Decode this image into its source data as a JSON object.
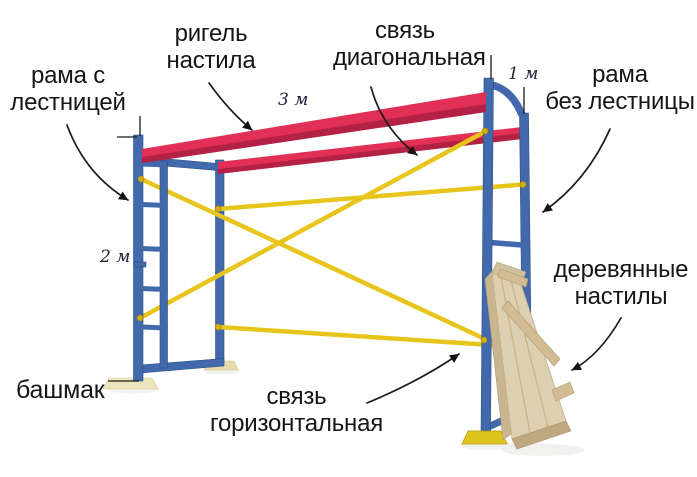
{
  "diagram": {
    "type": "annotated-diagram",
    "subject": "frame-scaffolding-assembly",
    "callouts": {
      "frame_with_ladder": {
        "lines": [
          "рама с",
          "лестницей"
        ]
      },
      "deck_ledger": {
        "lines": [
          "ригель",
          "настила"
        ]
      },
      "diagonal_brace": {
        "lines": [
          "связь",
          "диагональная"
        ]
      },
      "frame_without_ladder": {
        "lines": [
          "рама",
          "без лестницы"
        ]
      },
      "wooden_decks": {
        "lines": [
          "деревянные",
          "настилы"
        ]
      },
      "base_shoe": {
        "lines": [
          "башмак"
        ]
      },
      "horizontal_brace": {
        "lines": [
          "связь",
          "горизонтальная"
        ]
      }
    },
    "dimensions": {
      "bay_length": "3 м",
      "top_offset": "1 м",
      "frame_height": "2 м"
    },
    "colors": {
      "frame_blue": "#4169ac",
      "ledger_red": "#e12f55",
      "brace_yellow": "#e8c51d",
      "wood_light": "#ddd0b0",
      "label_text": "#161616",
      "dimension_text": "#23233a"
    }
  }
}
